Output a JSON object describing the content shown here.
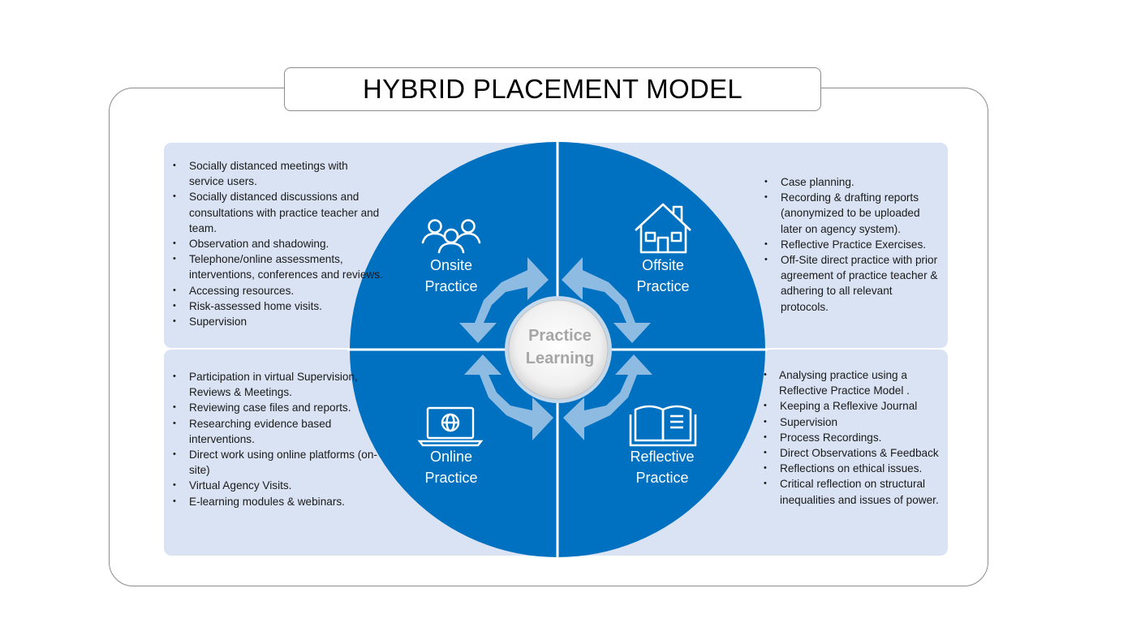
{
  "title": "HYBRID PLACEMENT MODEL",
  "center": {
    "line1": "Practice",
    "line2": "Learning"
  },
  "quadrants": {
    "onsite": {
      "line1": "Onsite",
      "line2": "Practice",
      "icon": "people-group-icon"
    },
    "offsite": {
      "line1": "Offsite",
      "line2": "Practice",
      "icon": "house-icon"
    },
    "online": {
      "line1": "Online",
      "line2": "Practice",
      "icon": "laptop-globe-icon"
    },
    "reflective": {
      "line1": "Reflective",
      "line2": "Practice",
      "icon": "open-book-icon"
    }
  },
  "lists": {
    "onsite": [
      "Socially distanced meetings with service users.",
      "Socially distanced discussions and consultations with practice teacher and team.",
      "Observation and shadowing.",
      "Telephone/online assessments, interventions, conferences and reviews.",
      "Accessing resources.",
      "Risk-assessed home visits.",
      "Supervision"
    ],
    "offsite": [
      "Case planning.",
      "Recording & drafting reports (anonymized to be uploaded later on agency system).",
      "Reflective Practice Exercises.",
      "Off-Site direct practice with prior agreement of practice teacher & adhering to all relevant protocols."
    ],
    "online": [
      "Participation in virtual Supervision, Reviews & Meetings.",
      "Reviewing case files and reports.",
      "Researching evidence based interventions.",
      "Direct work using online platforms (on-site)",
      "Virtual Agency Visits.",
      "E-learning modules & webinars."
    ],
    "reflective": [
      "Analysing practice using a Reflective Practice Model .",
      "Keeping a Reflexive Journal",
      "Supervision",
      "Process Recordings.",
      "Direct Observations & Feedback",
      "Reflections on ethical issues.",
      "Critical reflection on structural inequalities and issues of power."
    ]
  },
  "colors": {
    "circle": "#0070c0",
    "panel": "#dae3f3",
    "arrow": "#9dc3e6",
    "center_text": "#a6a6a6",
    "frame": "#8c8c8c"
  }
}
